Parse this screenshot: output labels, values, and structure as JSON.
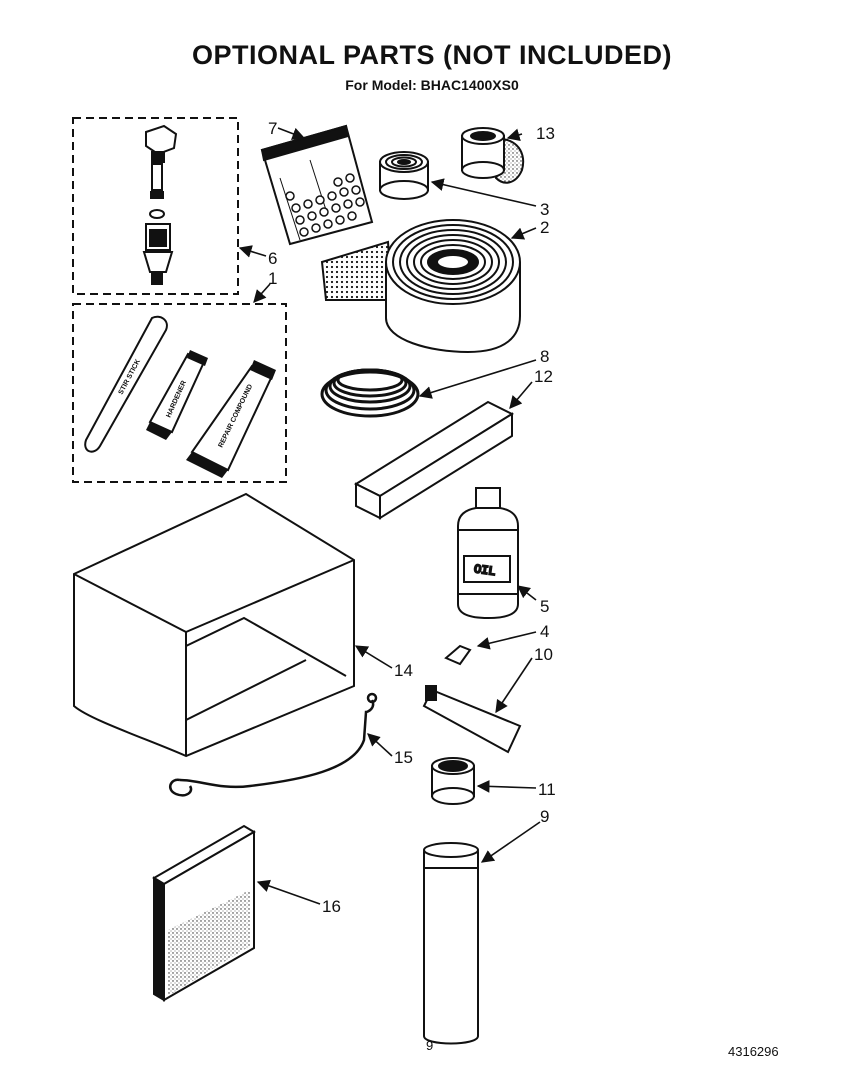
{
  "header": {
    "title": "OPTIONAL PARTS (NOT INCLUDED)",
    "subtitle": "For Model: BHAC1400XS0"
  },
  "footer": {
    "page_number": "9",
    "doc_number": "4316296"
  },
  "callouts": {
    "c1": "1",
    "c2": "2",
    "c3": "3",
    "c4": "4",
    "c5": "5",
    "c6": "6",
    "c7": "7",
    "c8": "8",
    "c9": "9",
    "c10": "10",
    "c11": "11",
    "c12": "12",
    "c13": "13",
    "c14": "14",
    "c15": "15",
    "c16": "16"
  },
  "part_labels": {
    "stir_stick": "STIR STICK",
    "hardener": "HARDENER",
    "repair_compound": "REPAIR COMPOUND",
    "oil": "OIL"
  }
}
